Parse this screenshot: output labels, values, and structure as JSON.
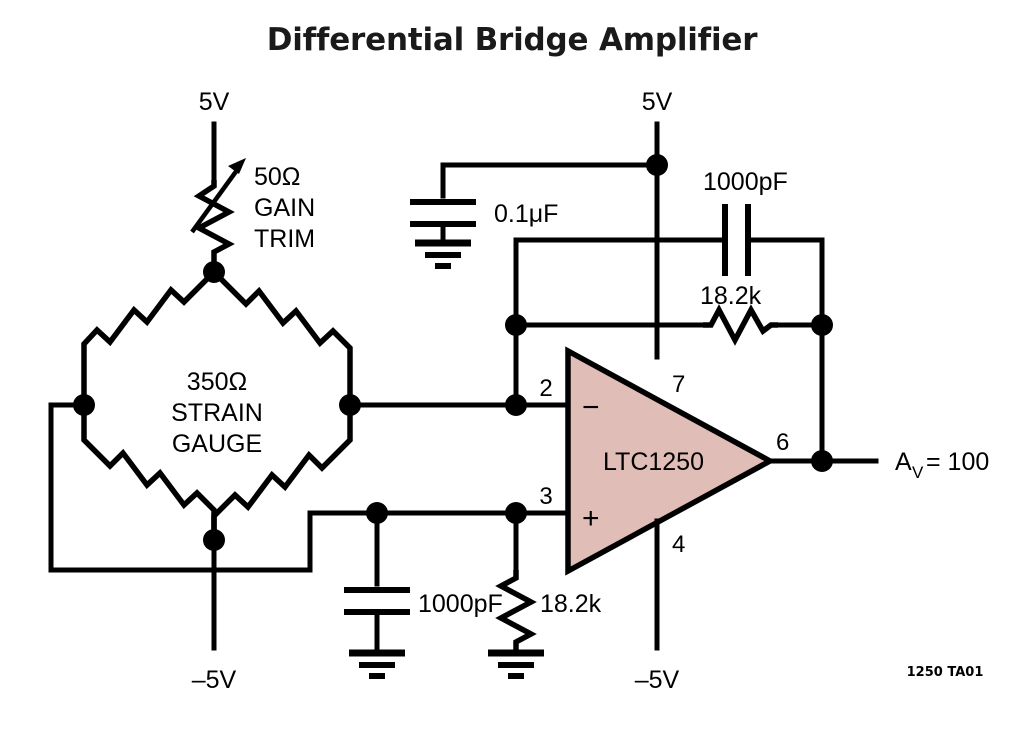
{
  "figure": {
    "title": "Differential Bridge Amplifier",
    "caption": "1250 TA01",
    "background_color": "#ffffff",
    "wire_color": "#000000",
    "opamp_fill_color": "#e0bdb7"
  },
  "labels": {
    "supply_top_left": "5V",
    "supply_top_right": "5V",
    "supply_bottom_left": "‒5V",
    "supply_bottom_right": "‒5V",
    "pot_value": "50Ω",
    "pot_name_line1": "GAIN",
    "pot_name_line2": "TRIM",
    "bridge_value": "350Ω",
    "bridge_name_line1": "STRAIN",
    "bridge_name_line2": "GAUGE",
    "bypass_cap": "0.1μF",
    "feedback_cap": "1000pF",
    "feedback_res": "18.2k",
    "input_cap": "1000pF",
    "input_res": "18.2k",
    "gain_prefix": "A",
    "gain_subscript": "V",
    "gain_value": "= 100"
  },
  "opamp": {
    "part_number": "LTC1250",
    "inverting_sign": "−",
    "noninverting_sign": "+",
    "pins": {
      "inverting": "2",
      "noninverting": "3",
      "vplus": "7",
      "vminus": "4",
      "output": "6"
    }
  },
  "components": [
    {
      "name": "gain-trim-potentiometer",
      "type": "potentiometer",
      "value": "50Ω",
      "designation": "GAIN TRIM"
    },
    {
      "name": "strain-gauge-bridge",
      "type": "resistor-bridge",
      "value": "350Ω",
      "designation": "STRAIN GAUGE",
      "element_count": 4
    },
    {
      "name": "bypass-capacitor",
      "type": "capacitor",
      "value": "0.1μF"
    },
    {
      "name": "feedback-capacitor",
      "type": "capacitor",
      "value": "1000pF"
    },
    {
      "name": "feedback-resistor",
      "type": "resistor",
      "value": "18.2k"
    },
    {
      "name": "input-capacitor",
      "type": "capacitor",
      "value": "1000pF"
    },
    {
      "name": "input-resistor",
      "type": "resistor",
      "value": "18.2k"
    },
    {
      "name": "amplifier",
      "type": "op-amp",
      "value": "LTC1250"
    }
  ]
}
